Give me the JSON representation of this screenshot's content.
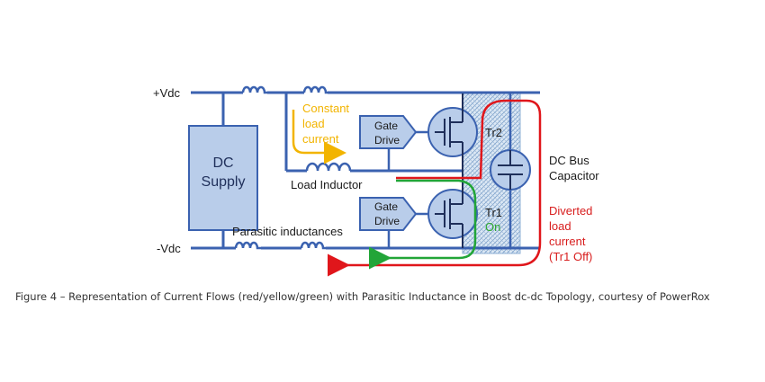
{
  "labels": {
    "vdc_pos": "+Vdc",
    "vdc_neg": "-Vdc",
    "dc_supply": [
      "DC",
      "Supply"
    ],
    "constant_load_current": [
      "Constant",
      "load",
      "current"
    ],
    "load_inductor": "Load Inductor",
    "parasitic_inductances": "Parasitic inductances",
    "gate_drive": [
      "Gate",
      "Drive"
    ],
    "tr2": "Tr2",
    "tr1": "Tr1",
    "tr1_state": "On",
    "dc_bus_capacitor": [
      "DC Bus",
      "Capacitor"
    ],
    "diverted_load_current": [
      "Diverted",
      "load",
      "current",
      "(Tr1 Off)"
    ]
  },
  "caption": "Figure 4 – Representation of Current Flows (red/yellow/green) with Parasitic Inductance in Boost dc-dc Topology, courtesy of PowerRox",
  "colors": {
    "wire": "#3b62b0",
    "box_fill": "#b9cdea",
    "red": "#e0161b",
    "yellow": "#f2b400",
    "green": "#22a538",
    "label_blue": "#1a1a1a",
    "tr1_on": "#2fa82f",
    "diverted_red": "#d81d1d"
  }
}
